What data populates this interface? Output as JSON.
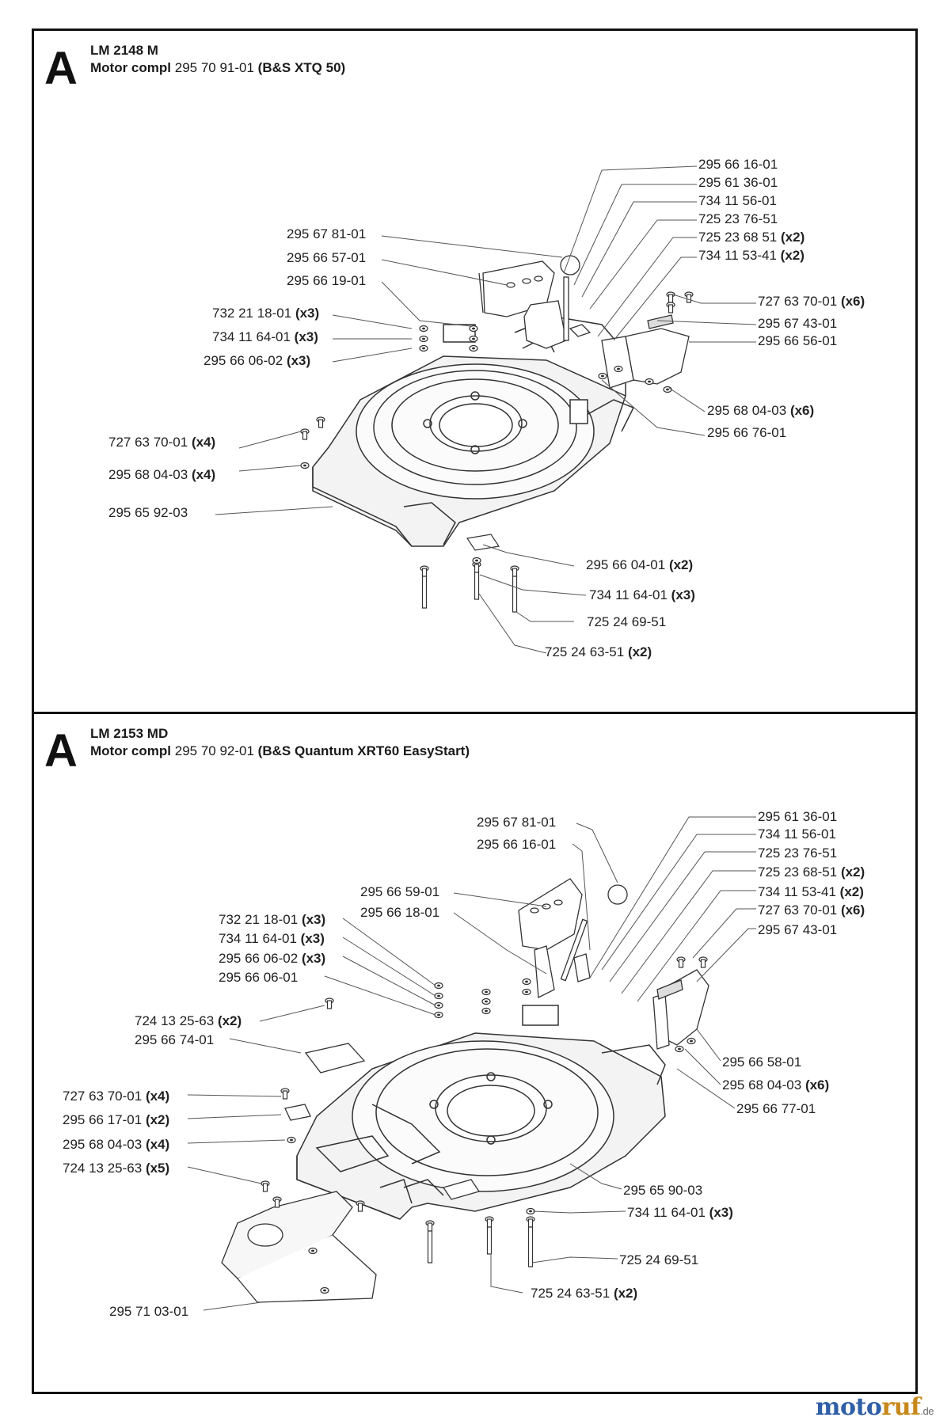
{
  "sections": [
    {
      "letter": "A",
      "model": "LM 2148 M",
      "motor_label": "Motor compl",
      "motor_number": "295 70 91-01",
      "engine": "(B&S XTQ 50)"
    },
    {
      "letter": "A",
      "model": "LM 2153 MD",
      "motor_label": "Motor compl",
      "motor_number": "295 70 92-01",
      "engine": "(B&S Quantum XRT60 EasyStart)"
    }
  ],
  "parts_top": [
    {
      "num": "295 66 16-01",
      "qty": ""
    },
    {
      "num": "295 61 36-01",
      "qty": ""
    },
    {
      "num": "734 11 56-01",
      "qty": ""
    },
    {
      "num": "725 23 76-51",
      "qty": ""
    },
    {
      "num": "725 23 68 51",
      "qty": "(x2)"
    },
    {
      "num": "734 11 53-41",
      "qty": "(x2)"
    },
    {
      "num": "295 67 81-01",
      "qty": ""
    },
    {
      "num": "295 66 57-01",
      "qty": ""
    },
    {
      "num": "295 66 19-01",
      "qty": ""
    },
    {
      "num": "727 63 70-01",
      "qty": "(x6)"
    },
    {
      "num": "732 21 18-01",
      "qty": "(x3)"
    },
    {
      "num": "295 67 43-01",
      "qty": ""
    },
    {
      "num": "734 11 64-01",
      "qty": "(x3)"
    },
    {
      "num": "295 66 56-01",
      "qty": ""
    },
    {
      "num": "295 66 06-02",
      "qty": "(x3)"
    },
    {
      "num": "295 68 04-03",
      "qty": "(x6)"
    },
    {
      "num": "727 63 70-01",
      "qty": "(x4)"
    },
    {
      "num": "295 66 76-01",
      "qty": ""
    },
    {
      "num": "295 68 04-03",
      "qty": "(x4)"
    },
    {
      "num": "295 65 92-03",
      "qty": ""
    },
    {
      "num": "295 66 04-01",
      "qty": "(x2)"
    },
    {
      "num": "734 11 64-01",
      "qty": "(x3)"
    },
    {
      "num": "725 24 69-51",
      "qty": ""
    },
    {
      "num": "725 24 63-51",
      "qty": "(x2)"
    }
  ],
  "parts_bottom": [
    {
      "num": "295 61 36-01",
      "qty": ""
    },
    {
      "num": "295 67 81-01",
      "qty": ""
    },
    {
      "num": "734 11 56-01",
      "qty": ""
    },
    {
      "num": "295 66 16-01",
      "qty": ""
    },
    {
      "num": "725 23 76-51",
      "qty": ""
    },
    {
      "num": "725 23 68-51",
      "qty": "(x2)"
    },
    {
      "num": "295 66 59-01",
      "qty": ""
    },
    {
      "num": "734 11 53-41",
      "qty": "(x2)"
    },
    {
      "num": "295 66 18-01",
      "qty": ""
    },
    {
      "num": "727 63 70-01",
      "qty": "(x6)"
    },
    {
      "num": "732 21 18-01",
      "qty": "(x3)"
    },
    {
      "num": "295 67 43-01",
      "qty": ""
    },
    {
      "num": "734 11 64-01",
      "qty": "(x3)"
    },
    {
      "num": "295 66 06-02",
      "qty": "(x3)"
    },
    {
      "num": "295 66 06-01",
      "qty": ""
    },
    {
      "num": "724 13 25-63",
      "qty": "(x2)"
    },
    {
      "num": "295 66 74-01",
      "qty": ""
    },
    {
      "num": "295 66 58-01",
      "qty": ""
    },
    {
      "num": "727 63 70-01",
      "qty": "(x4)"
    },
    {
      "num": "295 68 04-03",
      "qty": "(x6)"
    },
    {
      "num": "295 66 17-01",
      "qty": "(x2)"
    },
    {
      "num": "295 66 77-01",
      "qty": ""
    },
    {
      "num": "295 68 04-03",
      "qty": "(x4)"
    },
    {
      "num": "724 13 25-63",
      "qty": "(x5)"
    },
    {
      "num": "295 65 90-03",
      "qty": ""
    },
    {
      "num": "734 11 64-01",
      "qty": "(x3)"
    },
    {
      "num": "725 24 69-51",
      "qty": ""
    },
    {
      "num": "725 24 63-51",
      "qty": "(x2)"
    },
    {
      "num": "295 71 03-01",
      "qty": ""
    }
  ],
  "watermark": {
    "part1": "moto",
    "part2": "ruf",
    "suffix": ".de"
  }
}
